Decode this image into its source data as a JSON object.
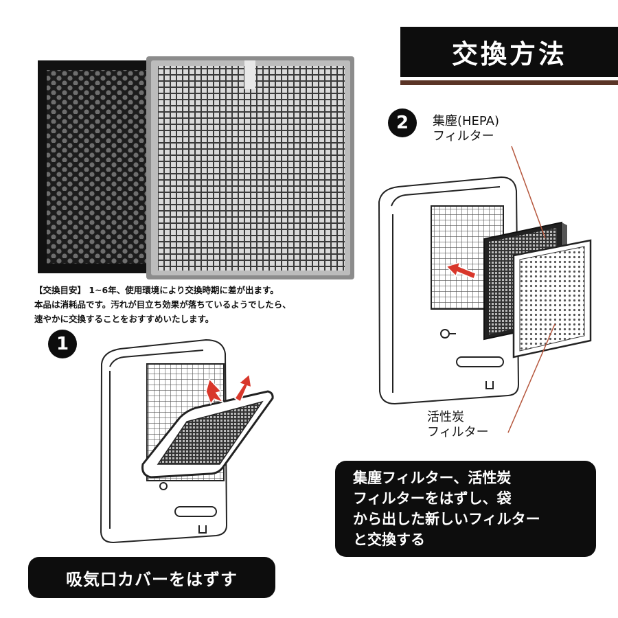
{
  "header": {
    "title": "交換方法"
  },
  "notice": {
    "lines": [
      "【交換目安】 1~6年、使用環境により交換時期に差が出ます。",
      "本品は消耗品です。汚れが目立ち効果が落ちているようでしたら、",
      "速やかに交換することをおすすめいたします。"
    ]
  },
  "step1": {
    "number": "1",
    "caption": "吸気口カバーをはずす"
  },
  "step2": {
    "number": "2",
    "hepa_label": [
      "集塵(HEPA)",
      "フィルター"
    ],
    "carbon_label": [
      "活性炭",
      "フィルター"
    ],
    "caption": [
      "集塵フィルター、活性炭",
      "フィルターをはずし、袋",
      "から出した新しいフィルター",
      "と交換する"
    ]
  },
  "colors": {
    "header_bg": "#0d0d0d",
    "header_underline": "#5a3426",
    "leader_line": "#b5563c",
    "arrow_red": "#d8372b"
  }
}
